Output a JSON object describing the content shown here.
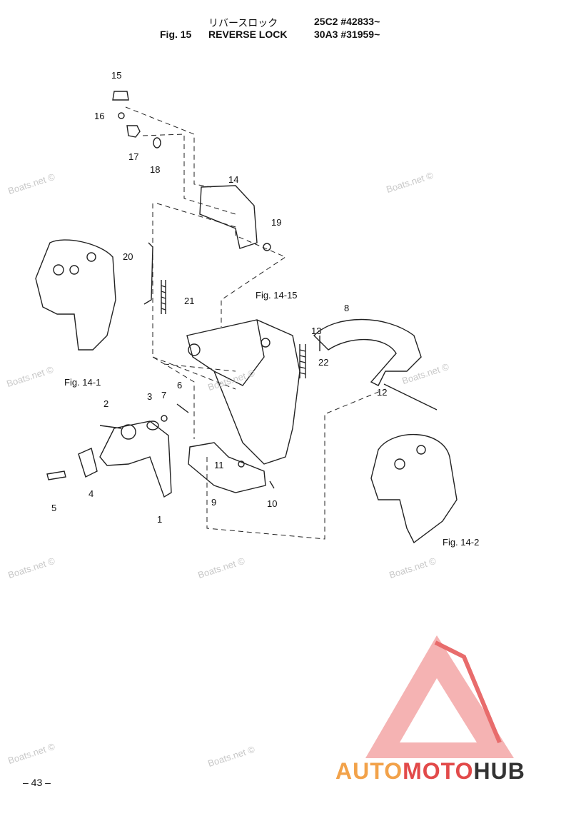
{
  "header": {
    "jp_title": "リバースロック",
    "fig_label": "Fig. 15",
    "en_title": "REVERSE LOCK",
    "model_line1": "25C2 #42833~",
    "model_line2": "30A3 #31959~"
  },
  "parts": [
    "15",
    "16",
    "17",
    "18",
    "14",
    "19",
    "20",
    "21",
    "8",
    "13",
    "22",
    "12",
    "2",
    "3",
    "7",
    "6",
    "11",
    "9",
    "10",
    "4",
    "5",
    "1"
  ],
  "refs": {
    "fig_14_1": "Fig. 14-1",
    "fig_14_2": "Fig. 14-2",
    "fig_14_15": "Fig. 14-15"
  },
  "watermark": "Boats.net ©",
  "page_number": "– 43 –",
  "logo": {
    "part1": "AUTO",
    "part2": "MOTO",
    "part3": "HUB",
    "color_orange": "#f2a24a",
    "color_red": "#e24a4a",
    "color_dark": "#333333"
  }
}
